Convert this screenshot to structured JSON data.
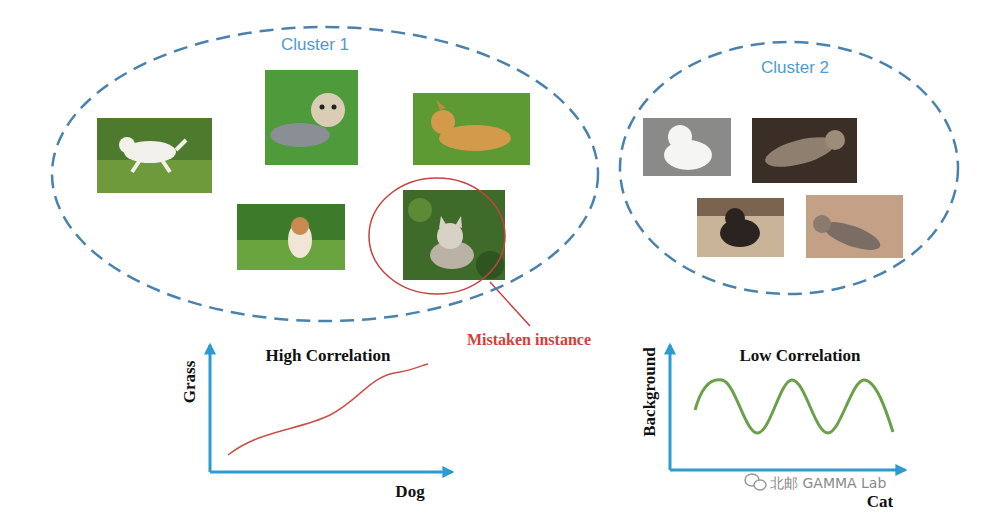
{
  "diagram": {
    "nodes": [
      {
        "text": [
          "Cluster 1"
        ]
      },
      {
        "text": [
          "Cluster 2"
        ]
      }
    ],
    "labels": [
      "Mistaken instance",
      "High Correlation",
      "Grass",
      "Dog",
      "Low Correlation",
      "Background",
      "Cat",
      "北邮 GAMMA Lab"
    ]
  }
}
